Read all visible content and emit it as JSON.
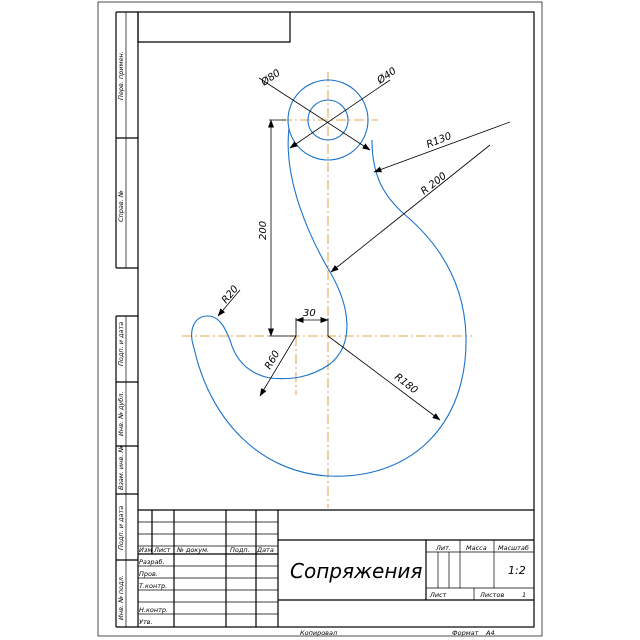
{
  "side_column": {
    "perv_primen": "Перв. примен.",
    "sprav_no": "Справ. №",
    "podp_data_1": "Подп. и дата",
    "inv_dubl": "Инв. № дубл.",
    "vzam_inv": "Взам. инв. №",
    "podp_data_2": "Подп. и дата",
    "inv_podl": "Инв. № подл."
  },
  "dimensions": {
    "d80": "Ø80",
    "d40": "Ø40",
    "r130": "R130",
    "r200": "R 200",
    "len200": "200",
    "len30": "30",
    "r20": "R20",
    "r60": "R60",
    "r180": "R180"
  },
  "title_block": {
    "col_izm": "Изм",
    "col_list": "Лист",
    "col_doc": "№ докум.",
    "col_podp": "Подп.",
    "col_data": "Дата",
    "razrab": "Разраб.",
    "prov": "Пров.",
    "t_kontr": "Т.контр.",
    "n_kontr": "Н.контр.",
    "utv": "Утв.",
    "title": "Сопряжения",
    "lit": "Лит.",
    "massa": "Масса",
    "masshtab": "Масштаб",
    "scale_value": "1:2",
    "list": "Лист",
    "listov": "Листов",
    "listov_value": "1"
  },
  "footer": {
    "kopiroval": "Копировал",
    "format": "Формат",
    "format_value": "А4"
  }
}
